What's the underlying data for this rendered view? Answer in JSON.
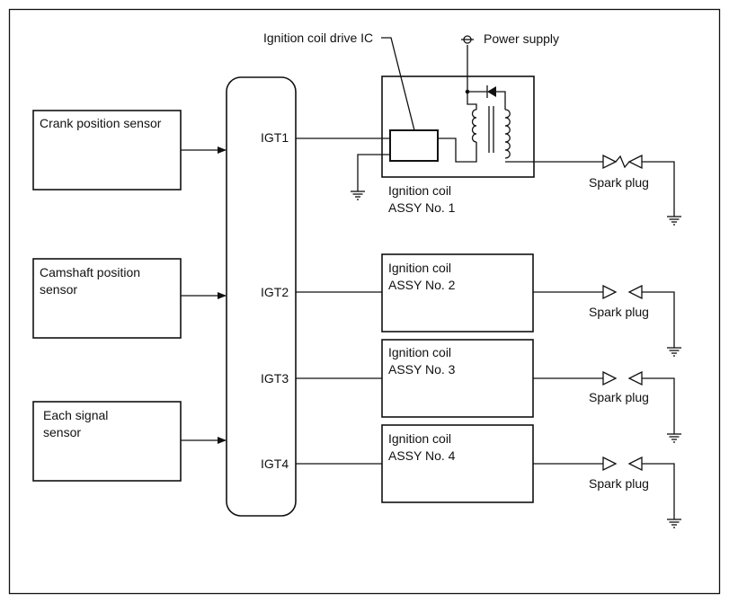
{
  "sensors": {
    "crank": [
      "Crank position sensor"
    ],
    "camshaft": [
      "Camshaft position",
      "sensor"
    ],
    "each_signal": [
      "Each signal",
      "sensor"
    ]
  },
  "ecu_outputs": [
    "IGT1",
    "IGT2",
    "IGT3",
    "IGT4"
  ],
  "coil_labels": {
    "no1": [
      "Ignition coil",
      "ASSY No. 1"
    ],
    "no2": [
      "Ignition coil",
      "ASSY No. 2"
    ],
    "no3": [
      "Ignition coil",
      "ASSY No. 3"
    ],
    "no4": [
      "Ignition coil",
      "ASSY No. 4"
    ]
  },
  "labels": {
    "drive_ic": "Ignition coil drive IC",
    "power_supply": "Power supply",
    "spark_plug": "Spark plug"
  }
}
